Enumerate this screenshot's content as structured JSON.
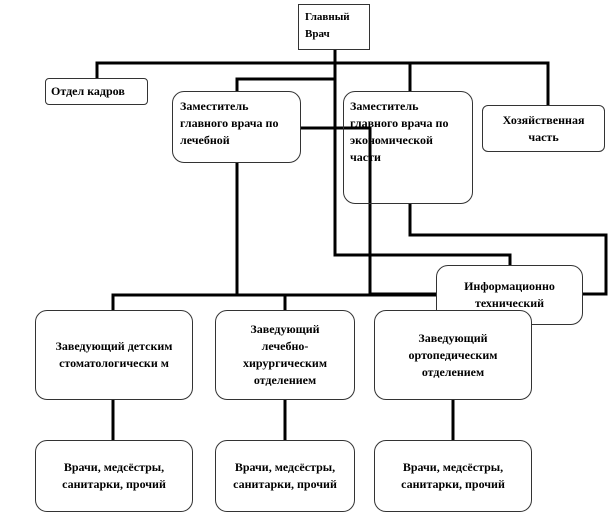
{
  "chief": "Главный Врач",
  "hr": "Отдел кадров",
  "deputy_medical": "Заместитель главного врача по лечебной",
  "deputy_economic": "Заместитель главного врача по экономической части",
  "household": "Хозяйственная часть",
  "it": "Информационно технический",
  "heads": [
    "Заведующий детским стоматологически м",
    "Заведующий лечебно-хирургическим отделением",
    "Заведующий ортопедическим отделением"
  ],
  "staff": [
    "Врачи, медсёстры, санитарки, прочий",
    "Врачи, медсёстры, санитарки, прочий",
    "Врачи, медсёстры, санитарки, прочий"
  ]
}
